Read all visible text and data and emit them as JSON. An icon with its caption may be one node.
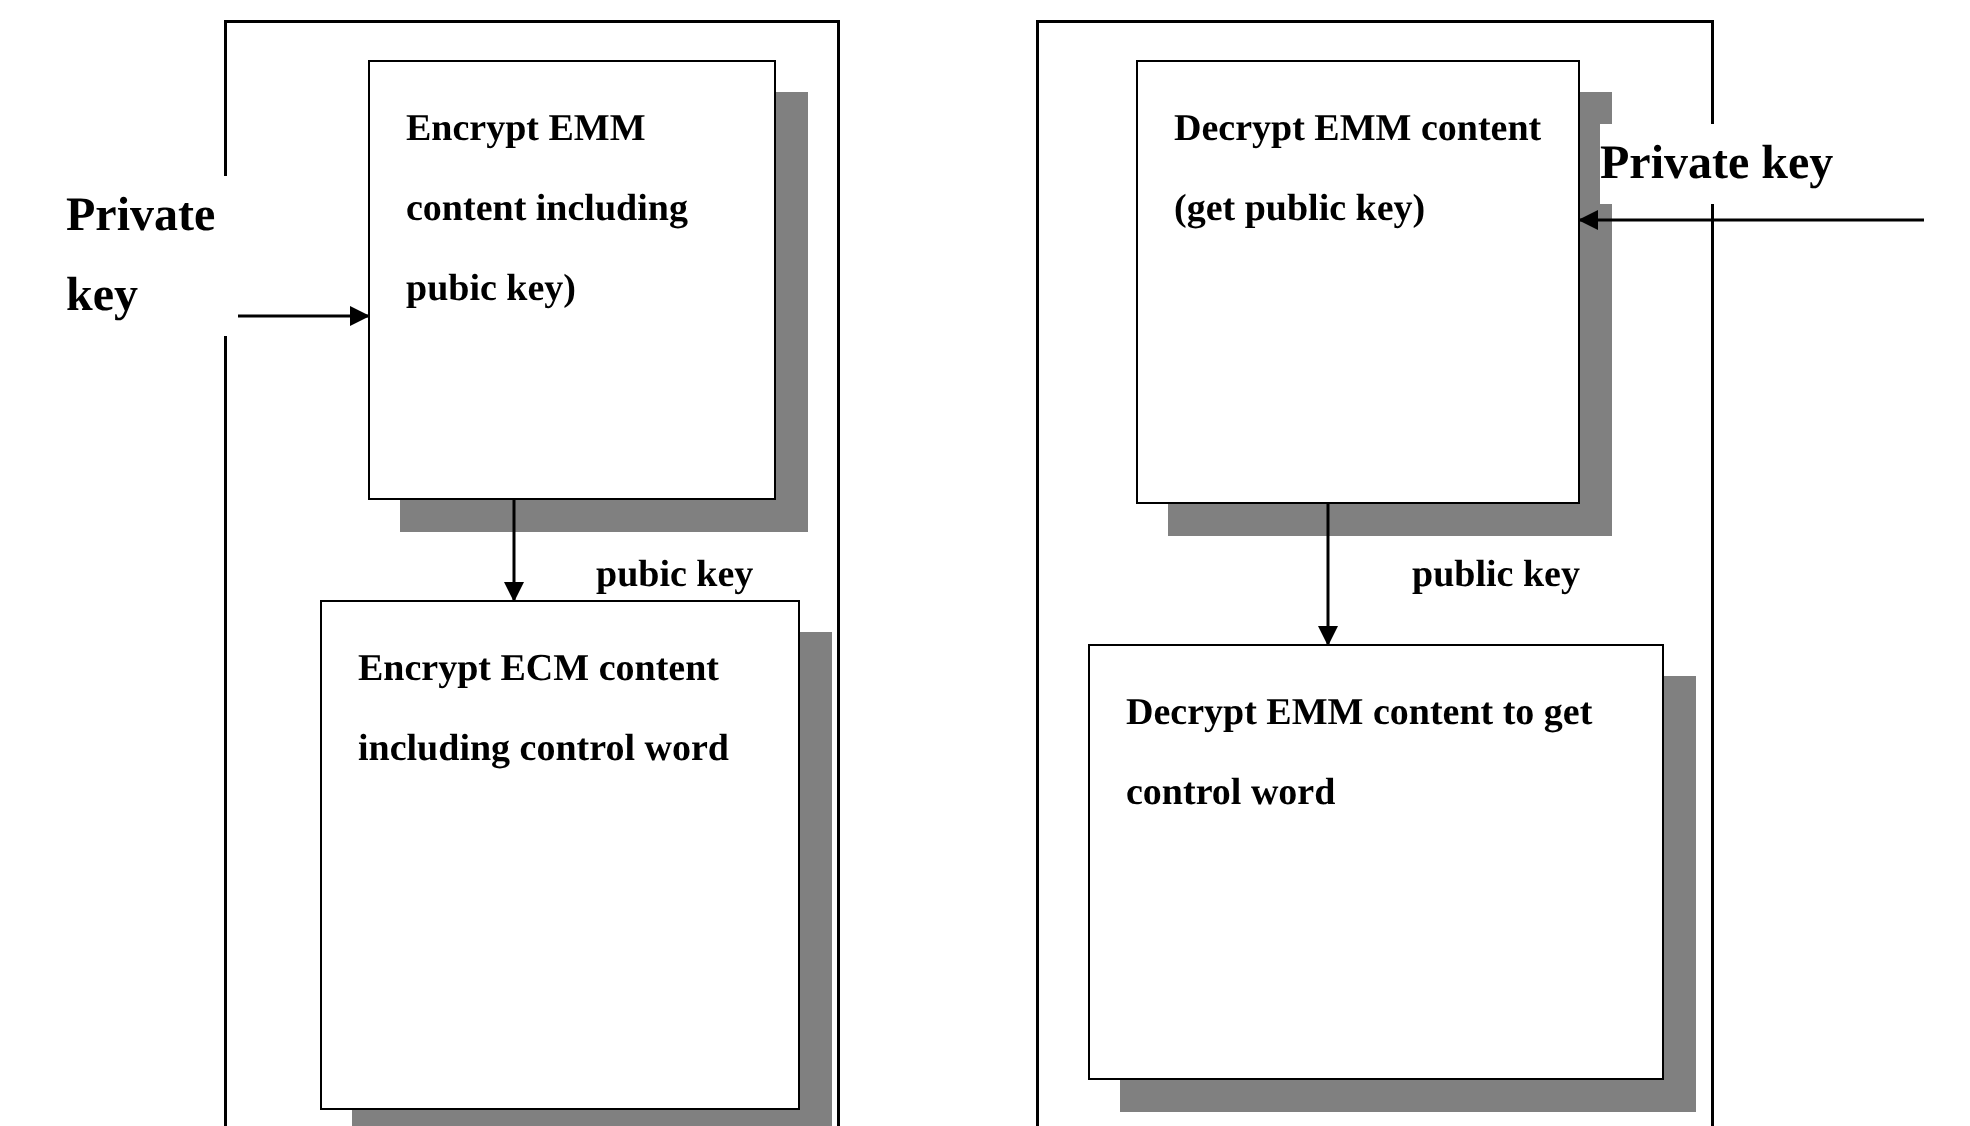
{
  "diagram": {
    "nodes": [
      {
        "text": [
          "Private key"
        ]
      },
      {
        "text": [],
        "shape": "box"
      },
      {
        "text": [
          "Encrypt EMM content including pubic key)"
        ],
        "in": 1
      },
      {
        "text": [
          "Encrypt ECM content including control word"
        ],
        "in": 1
      },
      {
        "text": [],
        "shape": "box"
      },
      {
        "text": [
          "Decrypt EMM content (get public key)"
        ],
        "in": 4
      },
      {
        "text": [
          "Decrypt EMM content to get control word"
        ],
        "in": 4
      },
      {
        "text": [
          "Private key"
        ]
      }
    ],
    "edges": [
      {
        "from": 0,
        "to": 2,
        "arrow": "to"
      },
      {
        "from": 2,
        "to": 3,
        "arrow": "to",
        "label": "pubic key"
      },
      {
        "from": 7,
        "to": 5,
        "arrow": "to"
      },
      {
        "from": 5,
        "to": 6,
        "arrow": "to",
        "label": "public key"
      }
    ]
  }
}
